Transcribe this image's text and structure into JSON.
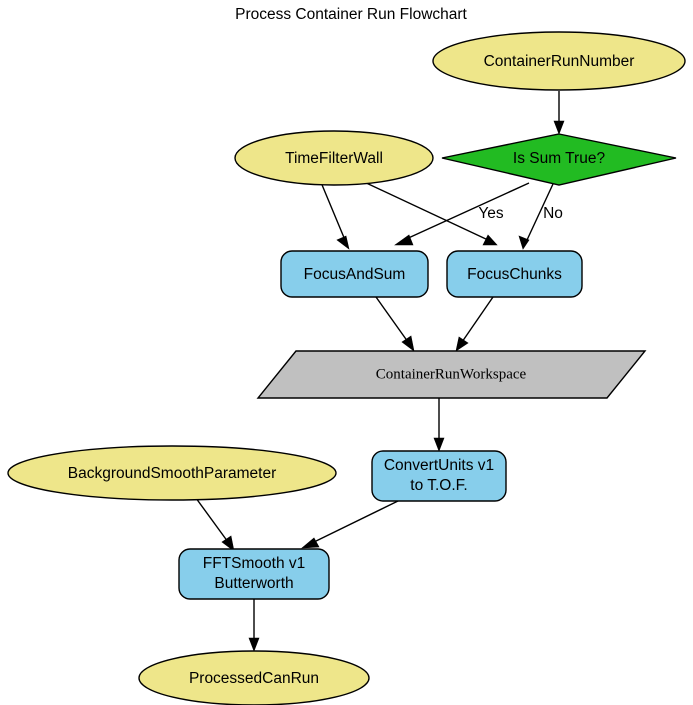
{
  "diagram": {
    "title": "Process Container Run Flowchart",
    "colors": {
      "ellipse_fill": "#eee68a",
      "decision_fill": "#22bb22",
      "process_fill": "#87ceeb",
      "data_fill": "#c0c0c0",
      "stroke": "#000000",
      "background": "#ffffff"
    },
    "nodes": [
      {
        "id": "container-run-number",
        "label": "ContainerRunNumber",
        "shape": "ellipse",
        "fill": "#eee68a"
      },
      {
        "id": "time-filter-wall",
        "label": "TimeFilterWall",
        "shape": "ellipse",
        "fill": "#eee68a"
      },
      {
        "id": "is-sum-true",
        "label": "Is Sum True?",
        "shape": "diamond",
        "fill": "#22bb22"
      },
      {
        "id": "focus-and-sum",
        "label": "FocusAndSum",
        "shape": "rounded-rect",
        "fill": "#87ceeb"
      },
      {
        "id": "focus-chunks",
        "label": "FocusChunks",
        "shape": "rounded-rect",
        "fill": "#87ceeb"
      },
      {
        "id": "container-run-workspace",
        "label": "ContainerRunWorkspace",
        "shape": "parallelogram",
        "fill": "#c0c0c0"
      },
      {
        "id": "background-smooth-parameter",
        "label": "BackgroundSmoothParameter",
        "shape": "ellipse",
        "fill": "#eee68a"
      },
      {
        "id": "convert-units",
        "label_line1": "ConvertUnits v1",
        "label_line2": "to T.O.F.",
        "shape": "rounded-rect",
        "fill": "#87ceeb"
      },
      {
        "id": "fft-smooth",
        "label_line1": "FFTSmooth v1",
        "label_line2": "Butterworth",
        "shape": "rounded-rect",
        "fill": "#87ceeb"
      },
      {
        "id": "processed-can-run",
        "label": "ProcessedCanRun",
        "shape": "ellipse",
        "fill": "#eee68a"
      }
    ],
    "edges": [
      {
        "id": "e1",
        "from": "container-run-number",
        "to": "is-sum-true",
        "label": ""
      },
      {
        "id": "e2",
        "from": "time-filter-wall",
        "to": "focus-and-sum",
        "label": ""
      },
      {
        "id": "e3",
        "from": "time-filter-wall",
        "to": "focus-chunks",
        "label": ""
      },
      {
        "id": "e4",
        "from": "is-sum-true",
        "to": "focus-and-sum",
        "label": "Yes"
      },
      {
        "id": "e5",
        "from": "is-sum-true",
        "to": "focus-chunks",
        "label": "No"
      },
      {
        "id": "e6",
        "from": "focus-and-sum",
        "to": "container-run-workspace",
        "label": ""
      },
      {
        "id": "e7",
        "from": "focus-chunks",
        "to": "container-run-workspace",
        "label": ""
      },
      {
        "id": "e8",
        "from": "container-run-workspace",
        "to": "convert-units",
        "label": ""
      },
      {
        "id": "e9",
        "from": "background-smooth-parameter",
        "to": "fft-smooth",
        "label": ""
      },
      {
        "id": "e10",
        "from": "convert-units",
        "to": "fft-smooth",
        "label": ""
      },
      {
        "id": "e11",
        "from": "fft-smooth",
        "to": "processed-can-run",
        "label": ""
      }
    ]
  }
}
